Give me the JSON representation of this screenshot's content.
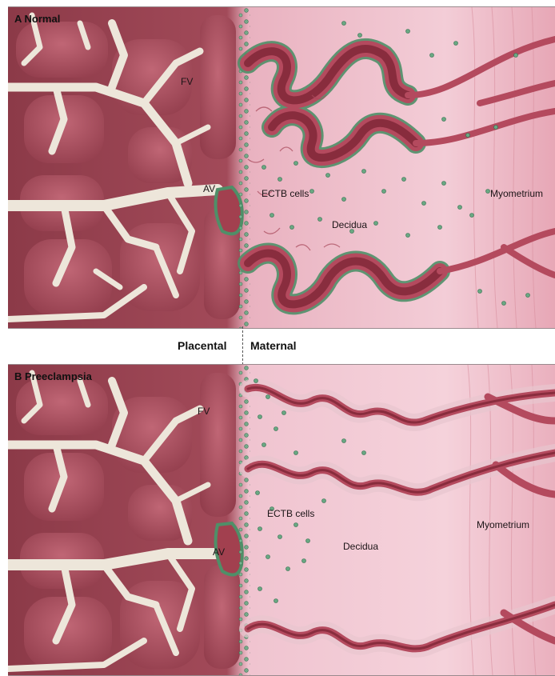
{
  "colors": {
    "placenta_dark": "#8c3a48",
    "placenta_mid": "#b35a68",
    "villus_cream": "#ede6da",
    "decidua": "#f1c4cf",
    "myometrium": "#e8a9b8",
    "vessel": "#b44a5e",
    "vessel_lumen": "#7e2536",
    "cell_green": "#6aa883",
    "cell_outline": "#2f6e4c"
  },
  "panel_a": {
    "title": "A  Normal",
    "fv": "FV",
    "av": "AV",
    "ectb": "ECTB cells",
    "decidua": "Decidua",
    "myometrium": "Myometrium"
  },
  "divider": {
    "left": "Placental",
    "right": "Maternal"
  },
  "panel_b": {
    "title": "B  Preeclampsia",
    "fv": "FV",
    "av": "AV",
    "ectb": "ECTB cells",
    "decidua": "Decidua",
    "myometrium": "Myometrium"
  }
}
